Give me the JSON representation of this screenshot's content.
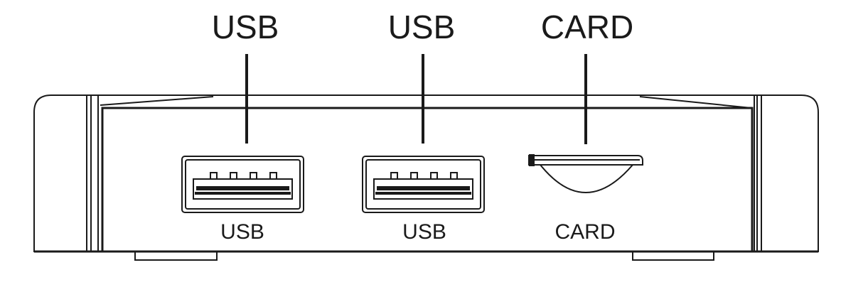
{
  "callouts": {
    "usb1": "USB",
    "usb2": "USB",
    "card": "CARD"
  },
  "port_labels": {
    "usb1": "USB",
    "usb2": "USB",
    "card": "CARD"
  },
  "line_color": "#1a1a1a",
  "background_color": "#ffffff"
}
